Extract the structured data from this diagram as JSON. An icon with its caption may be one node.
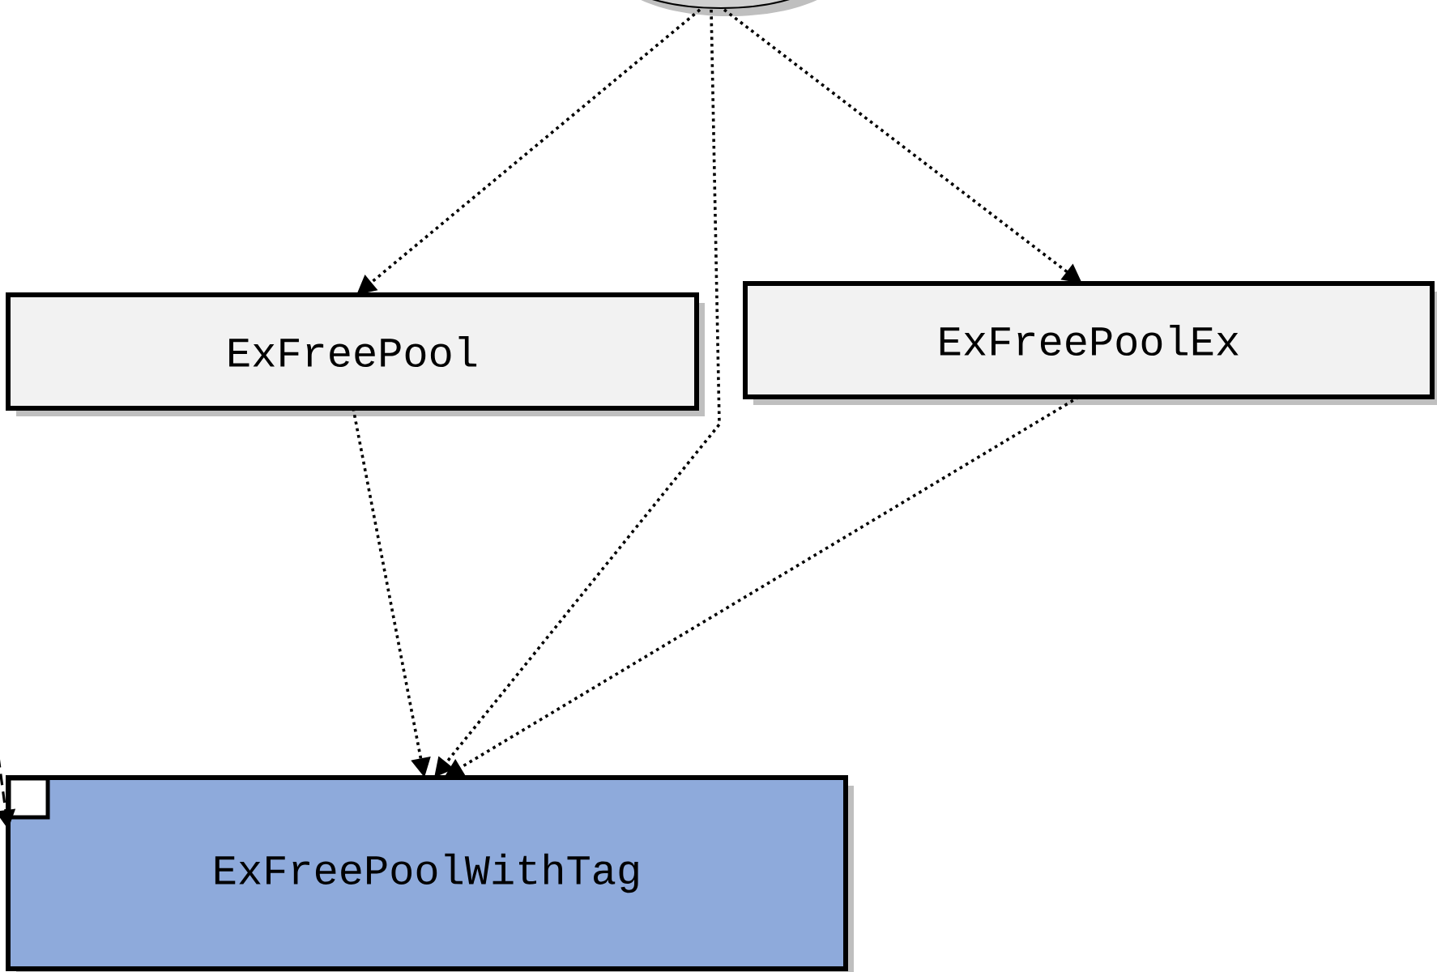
{
  "diagram": {
    "nodes": [
      {
        "text": [],
        "shape": "ellipse"
      },
      {
        "text": [
          "ExFreePool"
        ]
      },
      {
        "text": [
          "ExFreePoolEx"
        ]
      },
      {
        "text": [
          "ExFreePoolWithTag"
        ]
      }
    ],
    "edges": [
      {
        "from": 0,
        "to": 1,
        "arrow": "to"
      },
      {
        "from": 0,
        "to": 2,
        "arrow": "to"
      },
      {
        "from": 0,
        "to": 3,
        "arrow": "to"
      },
      {
        "from": 1,
        "to": 3,
        "arrow": "to"
      },
      {
        "from": 2,
        "to": 3,
        "arrow": "to"
      },
      {
        "from": null,
        "to": 3,
        "arrow": "to",
        "style": "dashed"
      }
    ]
  }
}
